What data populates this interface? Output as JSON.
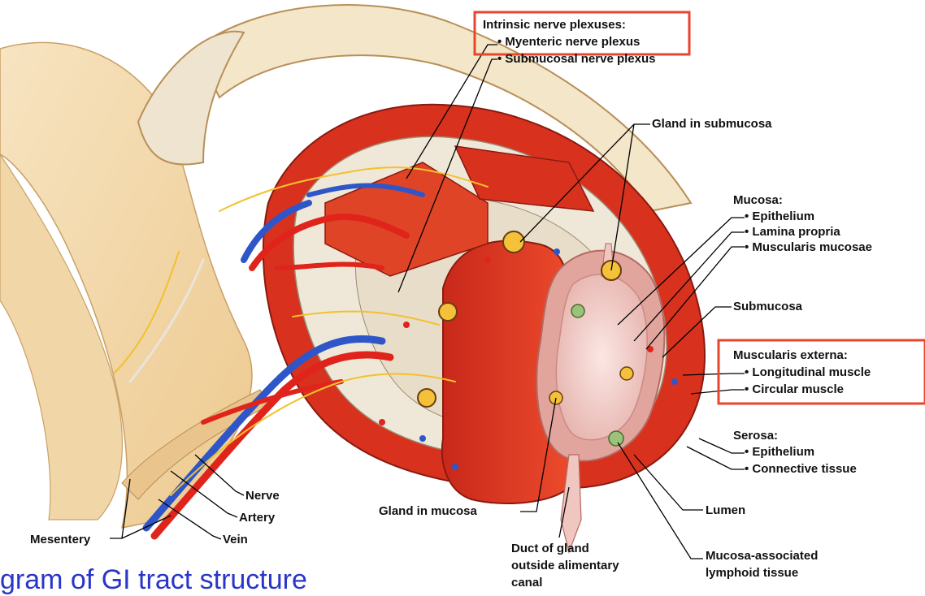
{
  "labels": {
    "intrinsic": "Intrinsic nerve plexuses:",
    "myenteric": "• Myenteric nerve plexus",
    "submucosal_plexus": "• Submucosal nerve plexus",
    "gland_submucosa": "Gland in submucosa",
    "mucosa": "Mucosa:",
    "epithelium": "• Epithelium",
    "lamina": "• Lamina propria",
    "muscularis_mucosae": "• Muscularis mucosae",
    "submucosa": "Submucosa",
    "muscularis_externa": "Muscularis externa:",
    "longitudinal": "• Longitudinal muscle",
    "circular": "• Circular muscle",
    "serosa": "Serosa:",
    "serosa_epithelium": "• Epithelium",
    "connective": "• Connective tissue",
    "nerve": "Nerve",
    "artery": "Artery",
    "vein": "Vein",
    "mesentery": "Mesentery",
    "gland_mucosa": "Gland in mucosa",
    "duct_line1": "Duct of gland",
    "duct_line2": "outside alimentary",
    "duct_line3": "canal",
    "lumen": "Lumen",
    "malt_line1": "Mucosa-associated",
    "malt_line2": "lymphoid tissue"
  },
  "caption": "gram of GI tract structure",
  "colors": {
    "highlight_box": "#e8452c",
    "caption": "#2a36c8",
    "muscle": "#d8321f",
    "submucosa": "#efe8d8",
    "mesentery": "#f3d9ad",
    "artery": "#e0241b",
    "vein": "#2e56c9",
    "nerve": "#f2c12e"
  }
}
